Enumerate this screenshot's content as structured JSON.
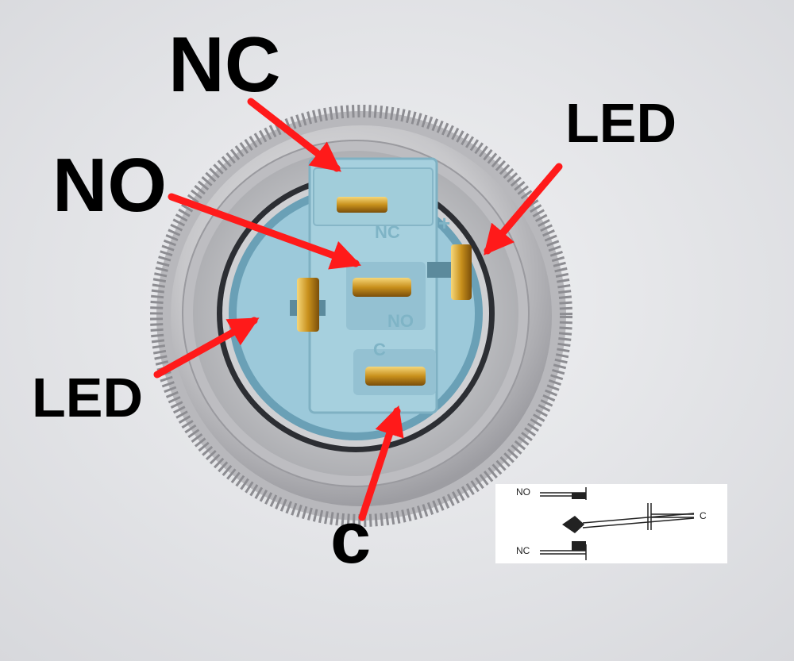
{
  "callouts": {
    "nc": "NC",
    "no": "NO",
    "led_right": "LED",
    "led_left": "LED",
    "c": "c"
  },
  "housing_print": {
    "nc": "NC",
    "no": "NO",
    "c": "C",
    "plus": "+"
  },
  "schematic": {
    "no": "NO",
    "nc": "NC",
    "c": "C"
  },
  "colors": {
    "arrow": "#ff1a1a",
    "housing": "#9cc9da",
    "terminal": "#d9a52a",
    "metal": "#c9c9cc",
    "background": "#e4e5e8"
  }
}
